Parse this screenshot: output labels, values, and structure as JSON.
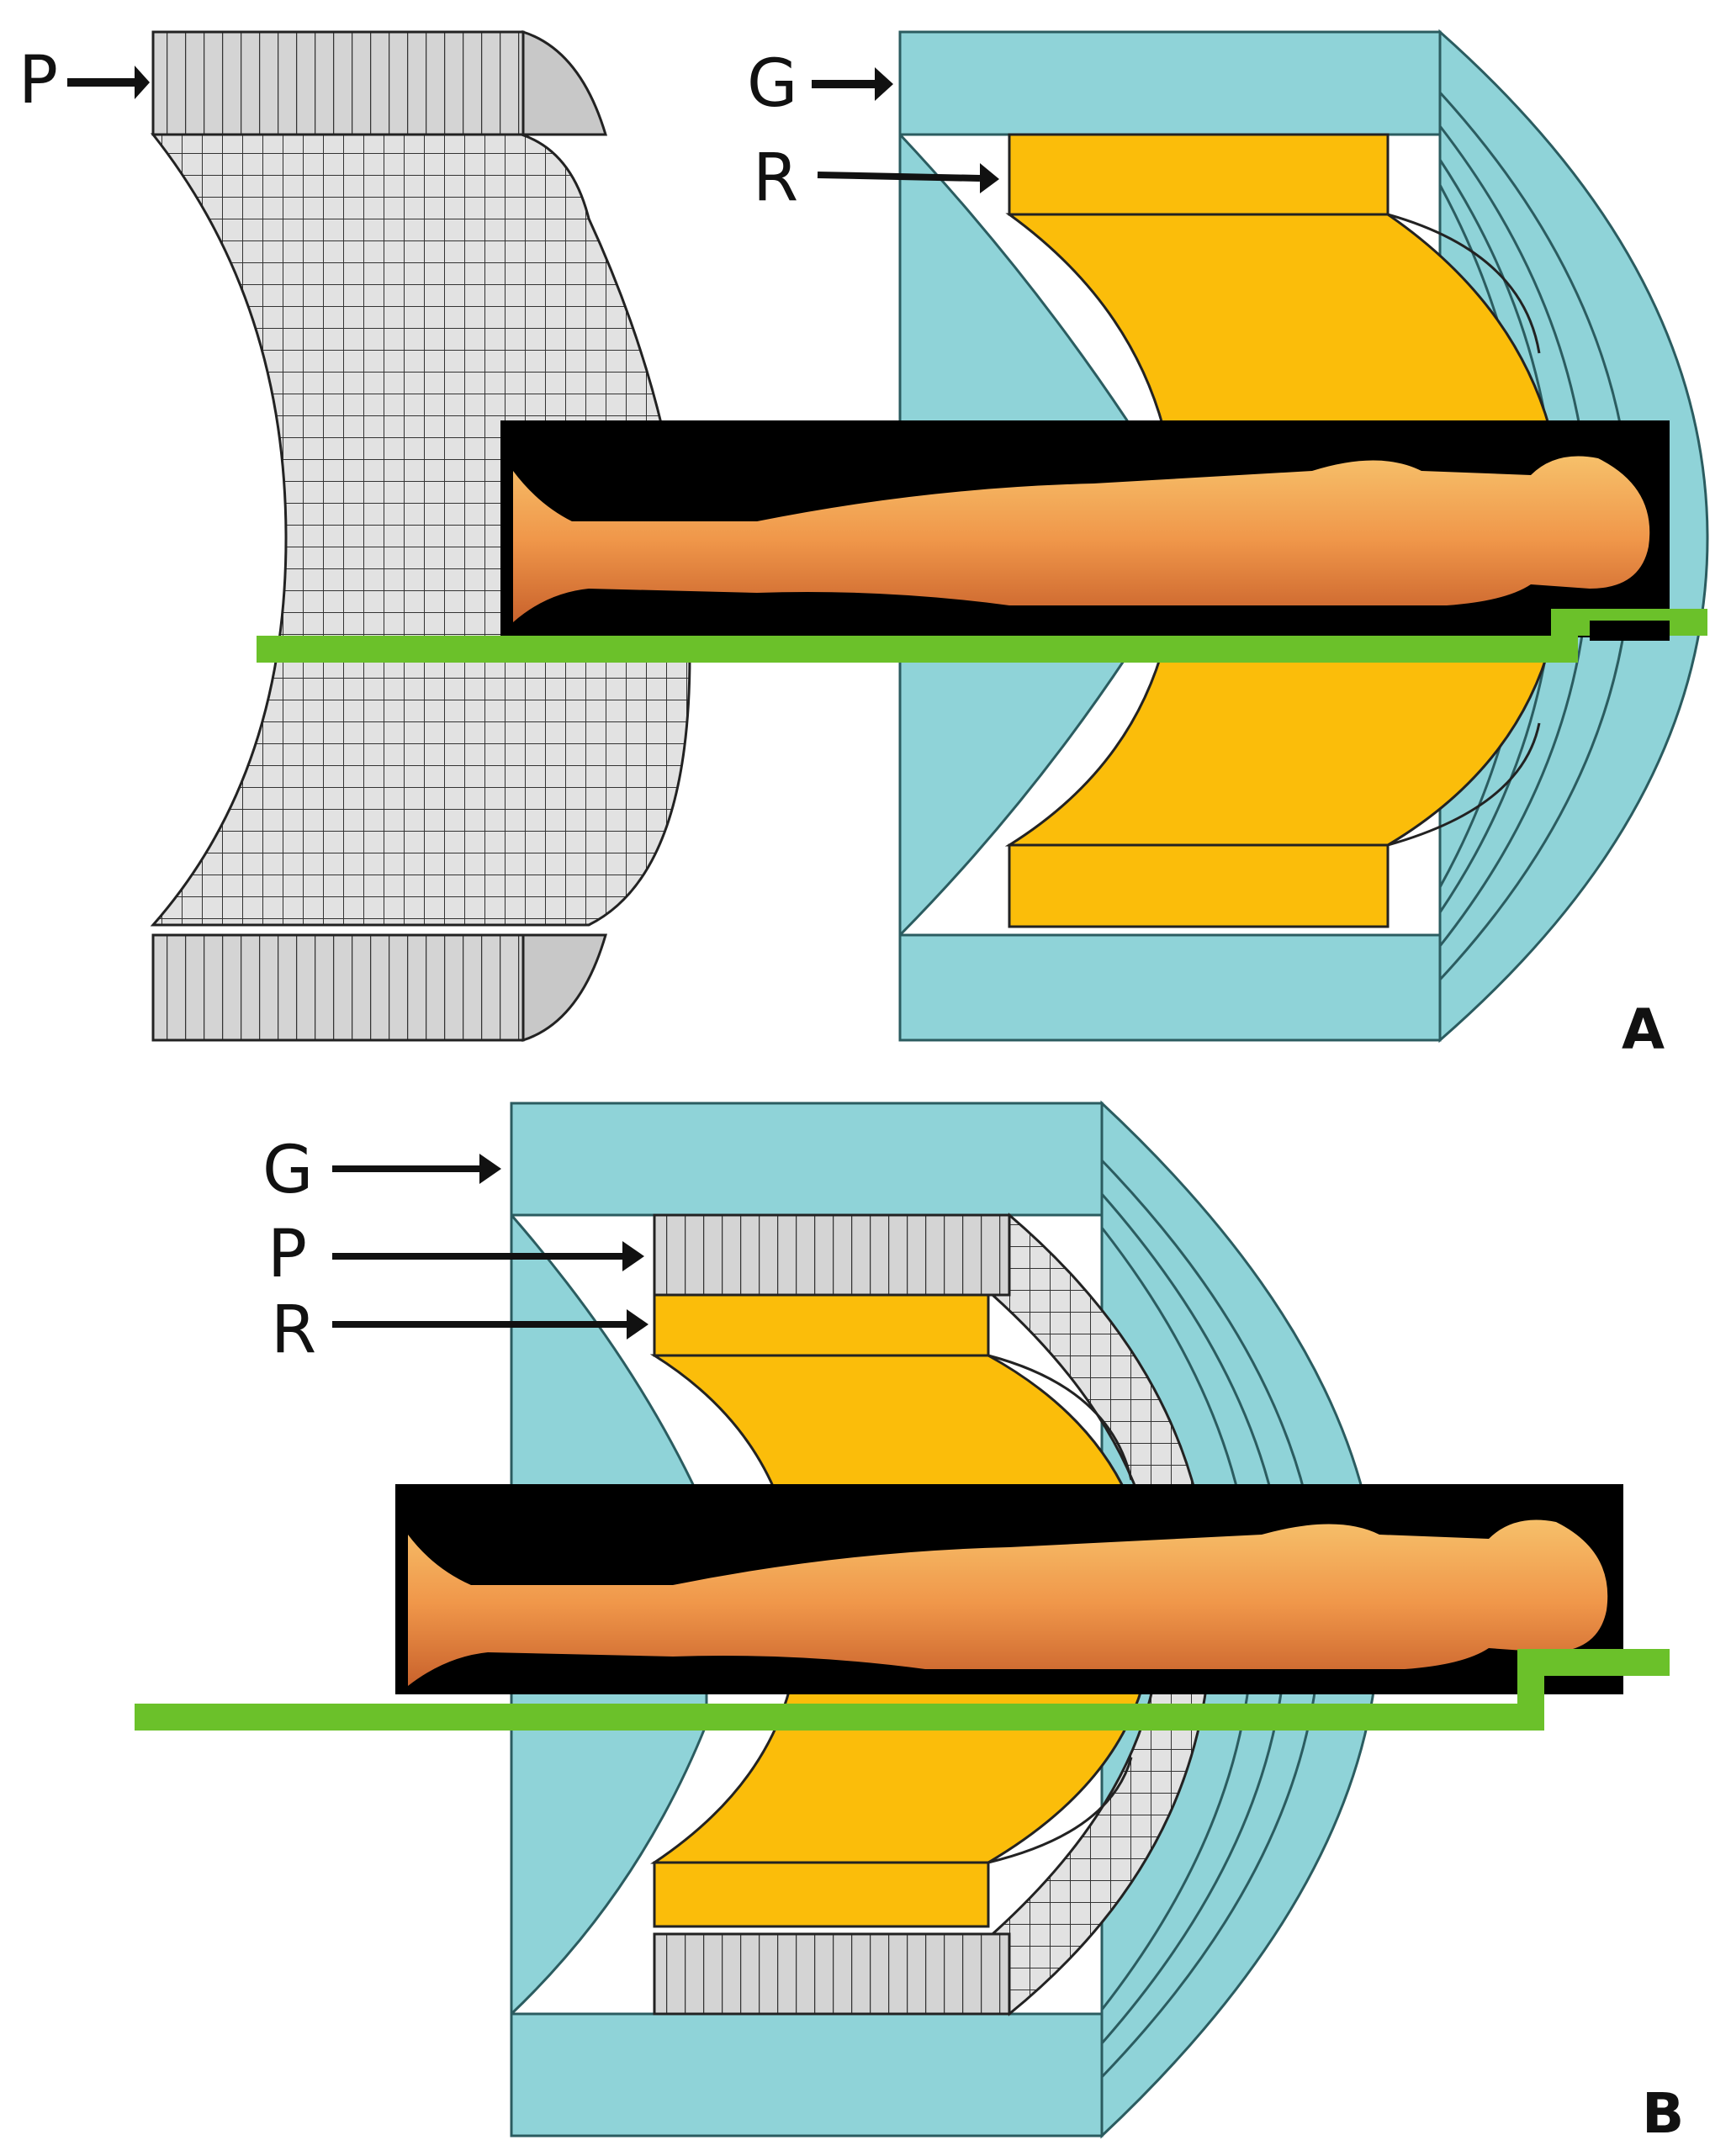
{
  "panels": [
    {
      "id": "A",
      "panel_label": "A",
      "labels": [
        {
          "text": "P",
          "target": "pet-detector-ring"
        },
        {
          "text": "G",
          "target": "gradient-coil"
        },
        {
          "text": "R",
          "target": "rf-coil"
        }
      ]
    },
    {
      "id": "B",
      "panel_label": "B",
      "labels": [
        {
          "text": "G",
          "target": "gradient-coil"
        },
        {
          "text": "P",
          "target": "pet-detector-ring"
        },
        {
          "text": "R",
          "target": "rf-coil"
        }
      ]
    }
  ],
  "colors": {
    "gradient_coil": "#8fd3d8",
    "gradient_coil_dark": "#5fb9c2",
    "rf_coil": "#fbbd0a",
    "pet_detector": "#d8d8d8",
    "patient_table": "#6bc12a",
    "patient_window": "#000000",
    "patient_skin": "#f0a04a"
  }
}
